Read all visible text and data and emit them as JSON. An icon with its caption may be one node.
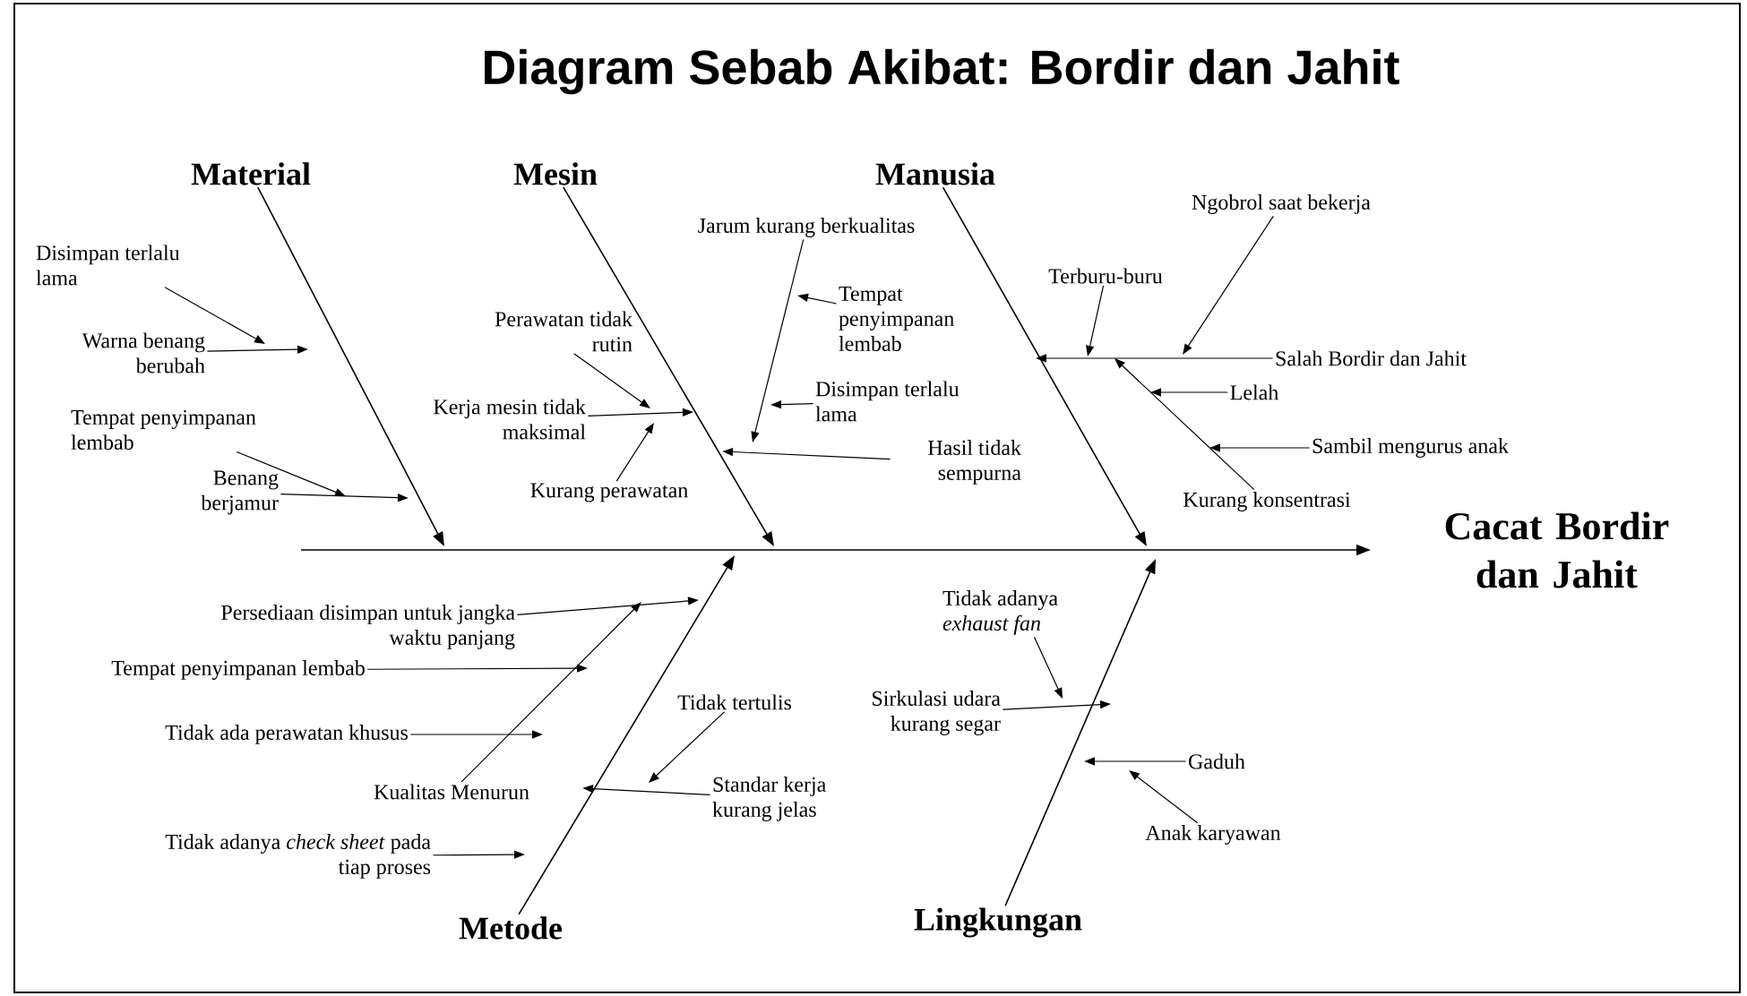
{
  "diagram": {
    "title": "Diagram Sebab Akibat: Bordir dan Jahit",
    "nodes": [
      {
        "text": [
          "Material"
        ]
      },
      {
        "text": [
          "Mesin"
        ]
      },
      {
        "text": [
          "Manusia"
        ]
      },
      {
        "text": [
          "Disimpan terlalu lama"
        ]
      },
      {
        "text": [
          "Warna benang berubah"
        ]
      },
      {
        "text": [
          "Tempat penyimpanan lembab"
        ]
      },
      {
        "text": [
          "Benang berjamur"
        ]
      },
      {
        "text": [
          "Perawatan tidak rutin"
        ]
      },
      {
        "text": [
          "Kerja mesin tidak maksimal"
        ]
      },
      {
        "text": [
          "Kurang perawatan"
        ]
      },
      {
        "text": [
          "Jarum kurang berkualitas"
        ]
      },
      {
        "text": [
          "Tempat penyimpanan lembab"
        ]
      },
      {
        "text": [
          "Disimpan terlalu lama"
        ]
      },
      {
        "text": [
          "Hasil tidak sempurna"
        ]
      },
      {
        "text": [
          "Ngobrol saat bekerja"
        ]
      },
      {
        "text": [
          "Terburu-buru"
        ]
      },
      {
        "text": [
          "Salah Bordir dan Jahit"
        ]
      },
      {
        "text": [
          "Lelah"
        ]
      },
      {
        "text": [
          "Sambil mengurus anak"
        ]
      },
      {
        "text": [
          "Kurang konsentrasi"
        ]
      },
      {
        "text": [
          "Cacat Bordir dan Jahit"
        ]
      },
      {
        "text": [
          "Persediaan disimpan untuk jangka waktu panjang"
        ]
      },
      {
        "text": [
          "Tempat penyimpanan lembab"
        ]
      },
      {
        "text": [
          "Tidak ada perawatan khusus"
        ]
      },
      {
        "text": [
          "Kualitas Menurun"
        ]
      },
      {
        "text": [
          "Tidak tertulis"
        ]
      },
      {
        "text": [
          "Standar kerja kurang jelas"
        ]
      },
      {
        "text": [
          "Tidak adanya *check sheet* pada tiap proses"
        ]
      },
      {
        "text": [
          "Sirkulasi udara kurang segar"
        ]
      },
      {
        "text": [
          "Tidak adanya *exhaust fan*"
        ]
      },
      {
        "text": [
          "Gaduh"
        ]
      },
      {
        "text": [
          "Anak karyawan"
        ]
      },
      {
        "text": [
          "Metode"
        ]
      },
      {
        "text": [
          "Lingkungan"
        ]
      }
    ],
    "edges": [
      {
        "from": null,
        "to": 20,
        "arrow": "to"
      },
      {
        "from": 0,
        "to": null,
        "arrow": "to"
      },
      {
        "from": 1,
        "to": null,
        "arrow": "to"
      },
      {
        "from": 2,
        "to": null,
        "arrow": "to"
      },
      {
        "from": 32,
        "to": null,
        "arrow": "to"
      },
      {
        "from": 33,
        "to": null,
        "arrow": "to"
      },
      {
        "from": 3,
        "to": null,
        "arrow": "to"
      },
      {
        "from": 4,
        "to": null,
        "arrow": "to"
      },
      {
        "from": 5,
        "to": null,
        "arrow": "to"
      },
      {
        "from": 6,
        "to": null,
        "arrow": "to"
      },
      {
        "from": 7,
        "to": null,
        "arrow": "to"
      },
      {
        "from": 8,
        "to": null,
        "arrow": "to"
      },
      {
        "from": 9,
        "to": null,
        "arrow": "to"
      },
      {
        "from": 10,
        "to": null,
        "arrow": "to"
      },
      {
        "from": 11,
        "to": null,
        "arrow": "to"
      },
      {
        "from": 12,
        "to": null,
        "arrow": "to"
      },
      {
        "from": 13,
        "to": null,
        "arrow": "to"
      },
      {
        "from": 14,
        "to": null,
        "arrow": "to"
      },
      {
        "from": 15,
        "to": null,
        "arrow": "to"
      },
      {
        "from": 16,
        "to": null,
        "arrow": "to"
      },
      {
        "from": 17,
        "to": null,
        "arrow": "to"
      },
      {
        "from": 18,
        "to": null,
        "arrow": "to"
      },
      {
        "from": 19,
        "to": null,
        "arrow": "to"
      },
      {
        "from": 21,
        "to": null,
        "arrow": "to"
      },
      {
        "from": 22,
        "to": null,
        "arrow": "to"
      },
      {
        "from": 23,
        "to": null,
        "arrow": "to"
      },
      {
        "from": 24,
        "to": null,
        "arrow": "to"
      },
      {
        "from": 25,
        "to": null,
        "arrow": "to"
      },
      {
        "from": 26,
        "to": null,
        "arrow": "to"
      },
      {
        "from": 27,
        "to": null,
        "arrow": "to"
      },
      {
        "from": 28,
        "to": null,
        "arrow": "to"
      },
      {
        "from": 29,
        "to": null,
        "arrow": "to"
      },
      {
        "from": 30,
        "to": null,
        "arrow": "to"
      },
      {
        "from": 31,
        "to": null,
        "arrow": "to"
      }
    ]
  }
}
